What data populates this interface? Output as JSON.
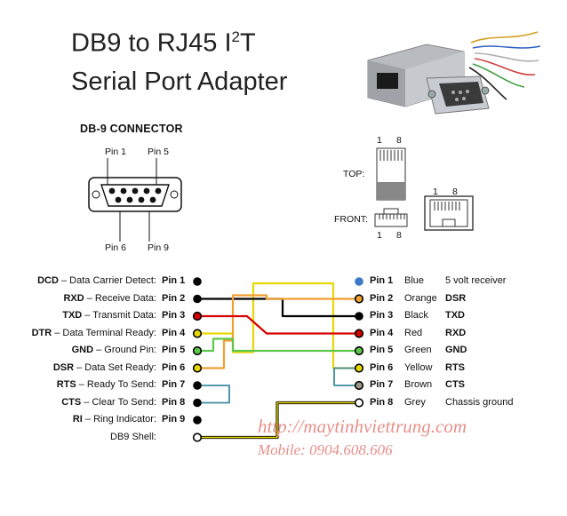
{
  "title": {
    "line1_pre": "DB9 to RJ45 I",
    "line1_sup": "2",
    "line1_post": "T",
    "line2": "Serial Port Adapter"
  },
  "db9": {
    "heading": "DB-9 CONNECTOR",
    "pin1": "Pin 1",
    "pin5": "Pin 5",
    "pin6": "Pin 6",
    "pin9": "Pin 9"
  },
  "rj45": {
    "top_label": "TOP:",
    "front_label": "FRONT:",
    "n1": "1",
    "n8": "8"
  },
  "left_rows": [
    {
      "abbr": "DCD",
      "desc": " – Data Carrier Detect:",
      "pin": "Pin 1"
    },
    {
      "abbr": "RXD",
      "desc": " – Receive Data:",
      "pin": "Pin 2"
    },
    {
      "abbr": "TXD",
      "desc": " – Transmit Data:",
      "pin": "Pin 3"
    },
    {
      "abbr": "DTR",
      "desc": " – Data Terminal Ready:",
      "pin": "Pin 4"
    },
    {
      "abbr": "GND",
      "desc": " – Ground Pin:",
      "pin": "Pin 5"
    },
    {
      "abbr": "DSR",
      "desc": " – Data Set Ready:",
      "pin": "Pin 6"
    },
    {
      "abbr": "RTS",
      "desc": " – Ready To Send:",
      "pin": "Pin 7"
    },
    {
      "abbr": "CTS",
      "desc": " – Clear To Send:",
      "pin": "Pin 8"
    },
    {
      "abbr": "RI",
      "desc": " – Ring Indicator:",
      "pin": "Pin 9"
    },
    {
      "abbr": "",
      "desc": "DB9 Shell:",
      "pin": ""
    }
  ],
  "right_rows": [
    {
      "pin": "Pin 1",
      "color": "Blue",
      "func": "5 volt receiver",
      "bold": false
    },
    {
      "pin": "Pin 2",
      "color": "Orange",
      "func": "DSR",
      "bold": true
    },
    {
      "pin": "Pin 3",
      "color": "Black",
      "func": "TXD",
      "bold": true
    },
    {
      "pin": "Pin 4",
      "color": "Red",
      "func": "RXD",
      "bold": true
    },
    {
      "pin": "Pin 5",
      "color": "Green",
      "func": "GND",
      "bold": true
    },
    {
      "pin": "Pin 6",
      "color": "Yellow",
      "func": "RTS",
      "bold": true
    },
    {
      "pin": "Pin 7",
      "color": "Brown",
      "func": "CTS",
      "bold": true
    },
    {
      "pin": "Pin 8",
      "color": "Grey",
      "func": "Chassis ground",
      "bold": false
    }
  ],
  "colors": {
    "black": "#000000",
    "red": "#d40000",
    "orange": "#f0a030",
    "yellow": "#e8d800",
    "green": "#5cc84a",
    "blue": "#3a78c8",
    "brown": "#8a5a2a",
    "grey": "#9a9a8a",
    "teal": "#3a8ca0"
  },
  "watermark": {
    "url": "http://maytinhviettrung.com",
    "mobile": "Mobile: 0904.608.606"
  }
}
